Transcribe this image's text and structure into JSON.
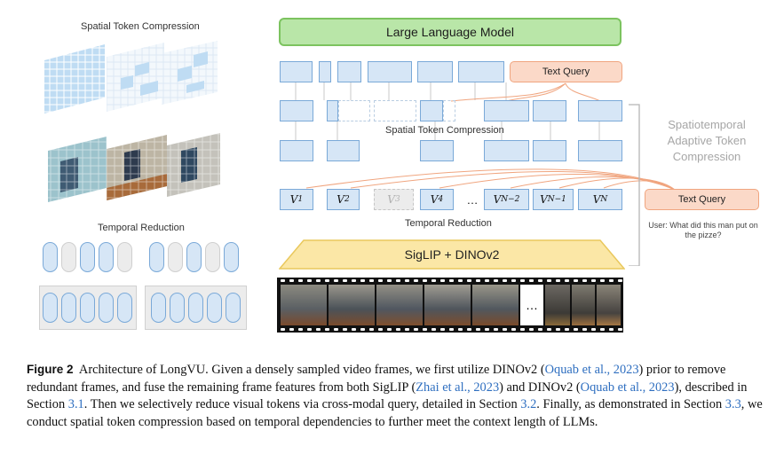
{
  "left_panel": {
    "spatial_title": "Spatial Token Compression",
    "temporal_title": "Temporal Reduction"
  },
  "main": {
    "llm_label": "Large Language Model",
    "text_query_top": "Text Query",
    "text_query_right": "Text Query",
    "spatial_label": "Spatial Token Compression",
    "temporal_label": "Temporal Reduction",
    "encoder_label": "SigLIP + DINOv2",
    "side_label_lines": [
      "Spatiotemporal",
      "Adaptive Token",
      "Compression"
    ],
    "user_query": "User: What did this man put on the pizze?",
    "tokens": [
      {
        "base": "V",
        "sub": "1",
        "faded": false
      },
      {
        "base": "V",
        "sub": "2",
        "faded": false
      },
      {
        "base": "V",
        "sub": "3",
        "faded": true
      },
      {
        "base": "V",
        "sub": "4",
        "faded": false
      },
      {
        "base": "…",
        "sub": "",
        "faded": false
      },
      {
        "base": "V",
        "sub": "N−2",
        "faded": false
      },
      {
        "base": "V",
        "sub": "N−1",
        "faded": false
      },
      {
        "base": "V",
        "sub": "N",
        "faded": false
      }
    ],
    "film_ellipsis": "…"
  },
  "caption": {
    "figure_label": "Figure 2",
    "s1": "Architecture of LongVU. Given a densely sampled video frames, we first utilize DINOv2 (",
    "c1": "Oquab et al., 2023",
    "s2": ") prior to remove redundant frames, and fuse the remaining frame features from both SigLIP (",
    "c2": "Zhai et al., 2023",
    "s3": ") and DINOv2 (",
    "c3": "Oquab et al., 2023",
    "s4": "), described in Section ",
    "r1": "3.1",
    "s5": ". Then we selectively reduce visual tokens via cross-modal query, detailed in Section ",
    "r2": "3.2",
    "s6": ". Finally, as demonstrated in Section ",
    "r3": "3.3",
    "s7": ", we conduct spatial token compression based on temporal dependencies to further meet the context length of LLMs."
  },
  "colors": {
    "llm_fill": "#b9e6a8",
    "token_fill": "#d6e6f6",
    "token_border": "#7aa9d8",
    "query_fill": "#fbd9c8",
    "encoder_fill": "#fbe7a6",
    "arrow_orange": "#f0a57f",
    "cite_blue": "#2f6fc0"
  }
}
